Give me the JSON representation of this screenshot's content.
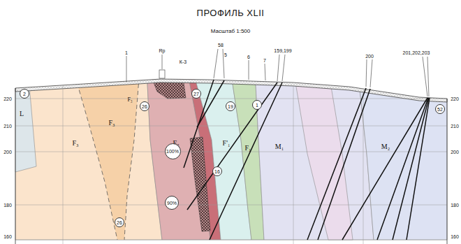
{
  "diagram": {
    "title": "ПРОФИЛЬ XLII",
    "nodes": [
      {
        "text": [
          "2"
        ]
      },
      {
        "text": [
          "26"
        ]
      },
      {
        "text": [
          "27"
        ]
      },
      {
        "text": [
          "19"
        ]
      },
      {
        "text": [
          "1"
        ]
      },
      {
        "text": [
          "52"
        ]
      },
      {
        "text": [
          "100%"
        ]
      },
      {
        "text": [
          "16"
        ]
      },
      {
        "text": [
          "90%"
        ]
      },
      {
        "text": [
          "26"
        ]
      }
    ],
    "labels": [
      "Масштаб 1:500",
      "1",
      "Rp",
      "К-3",
      "58",
      "5",
      "6",
      "7",
      "159,199",
      "200",
      "201,202,203",
      "220",
      "210",
      "200",
      "180",
      "160",
      "220",
      "210",
      "200",
      "180",
      "160",
      "L",
      "F₃",
      "F₃",
      "F₃",
      "F₂",
      "F'₁",
      "F₁",
      "M₁",
      "M₂"
    ]
  }
}
